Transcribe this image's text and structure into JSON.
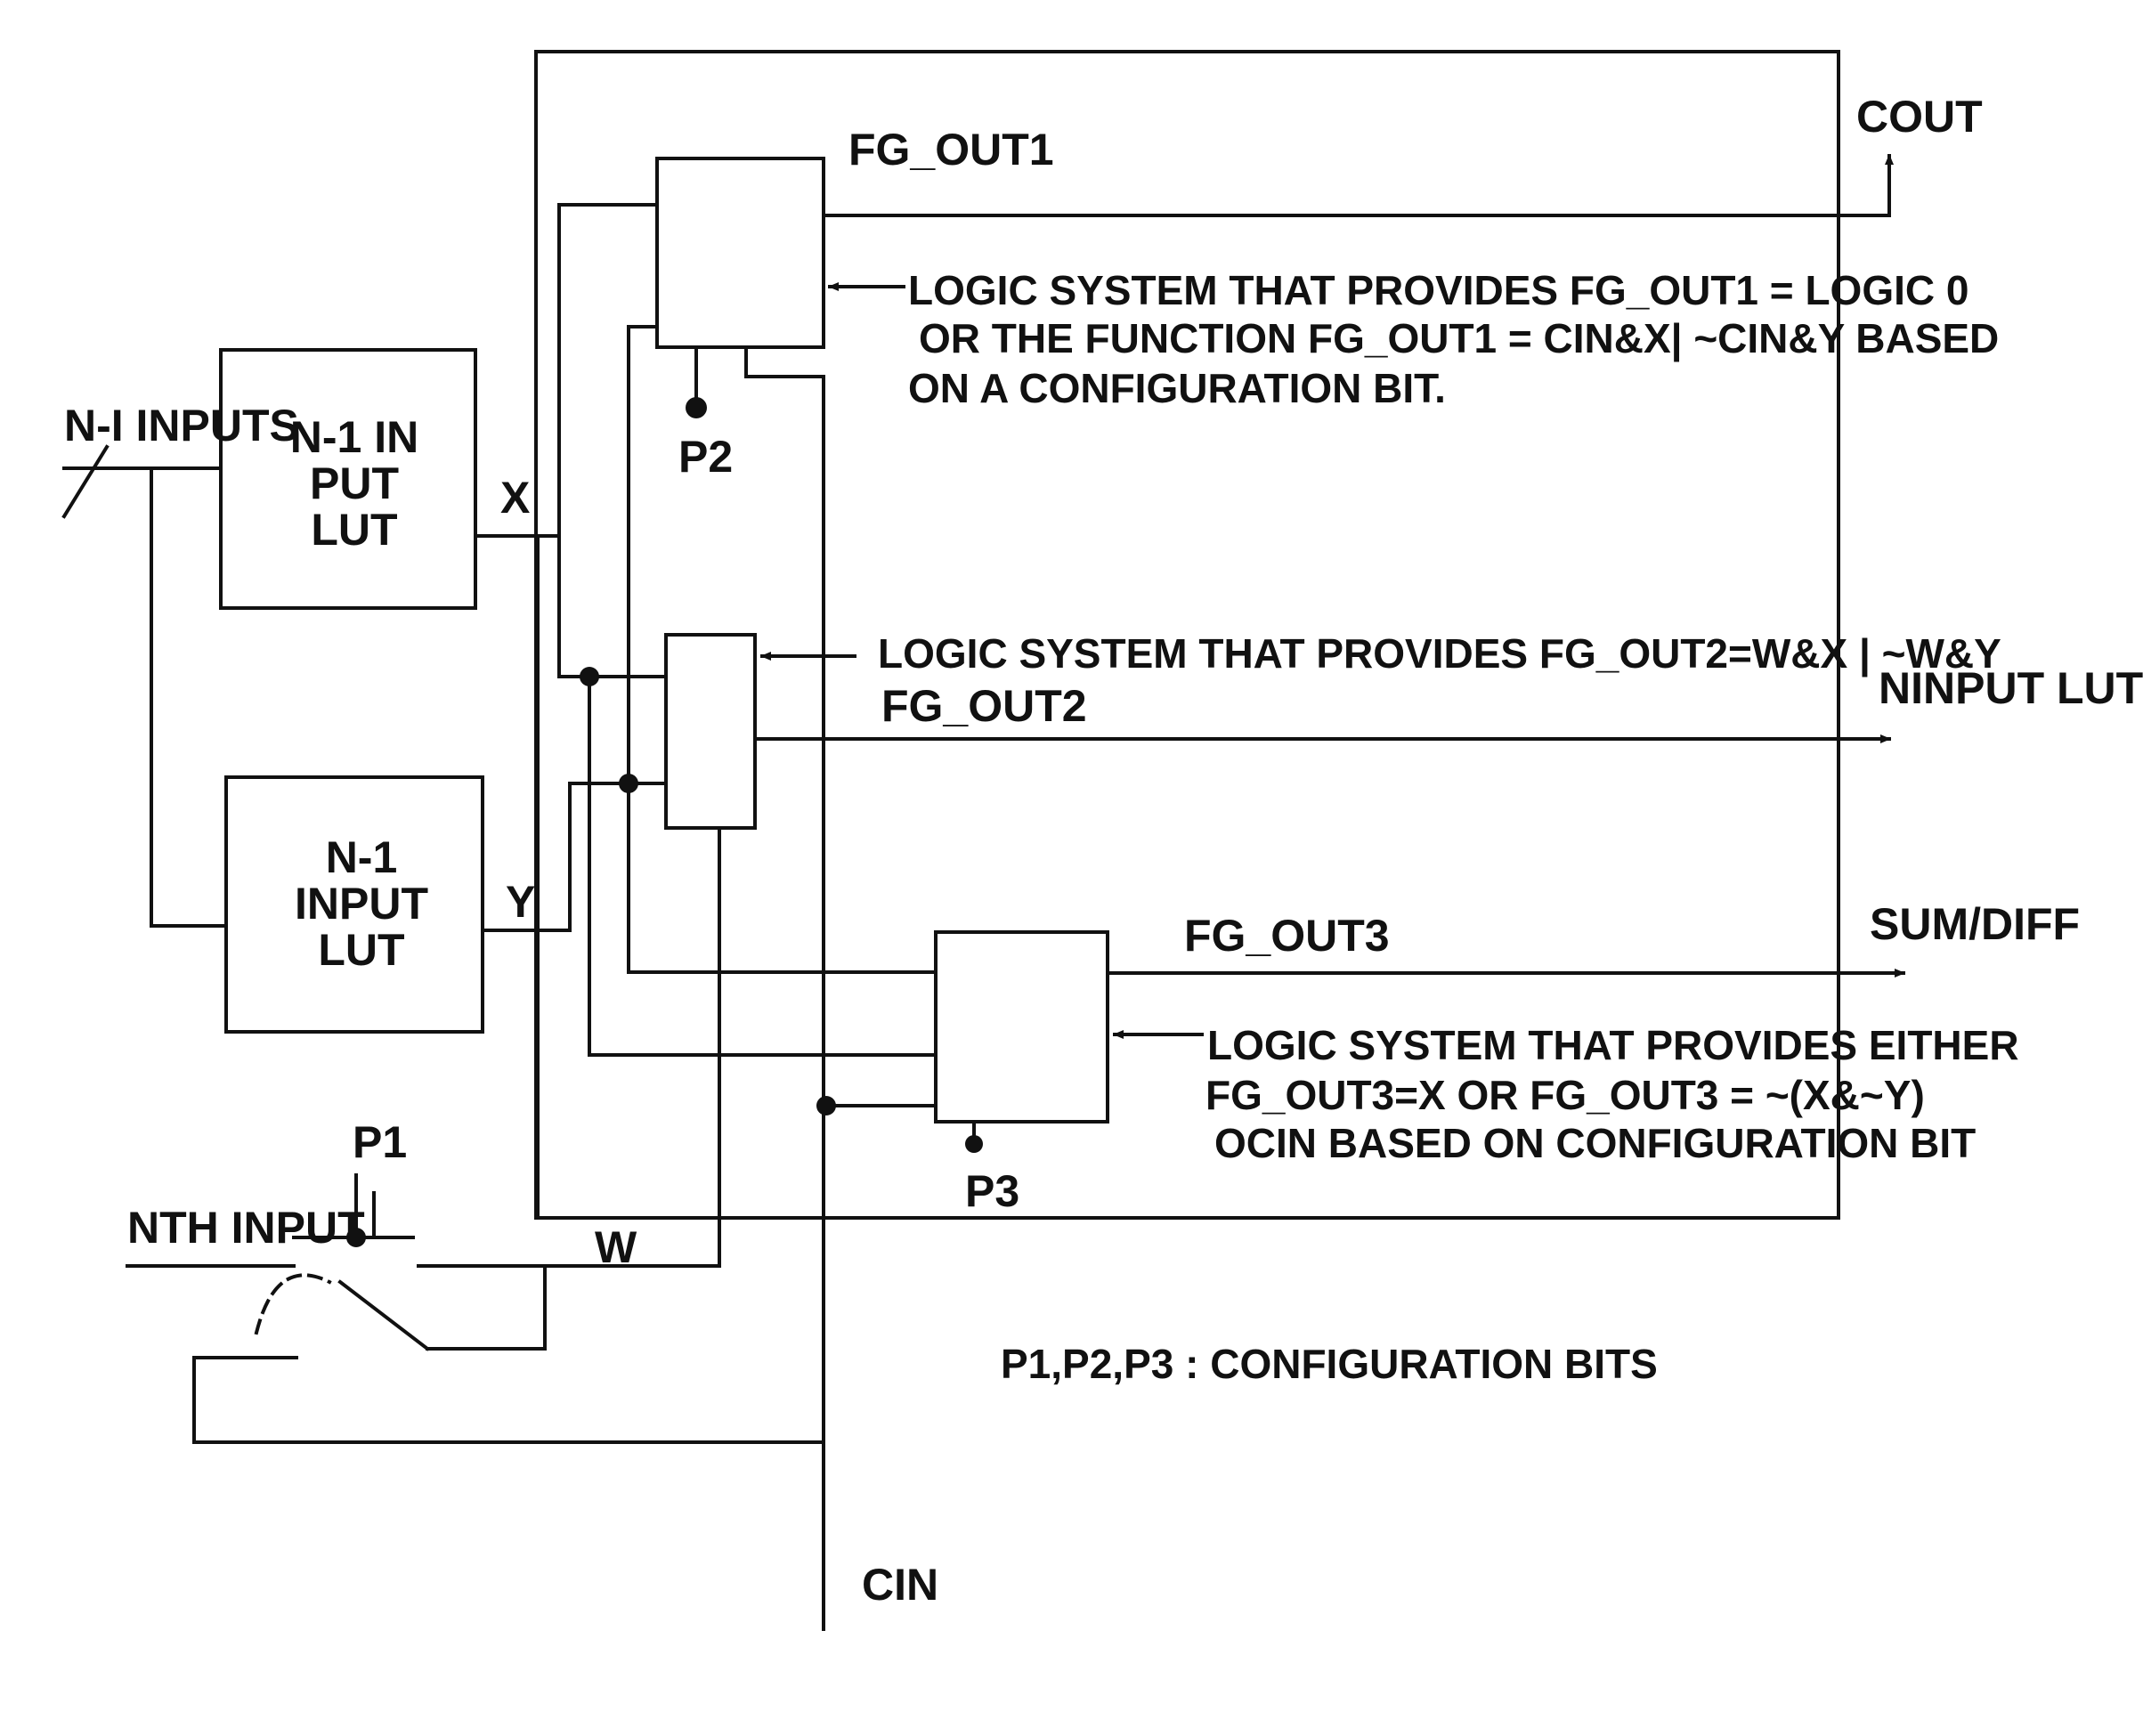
{
  "labels": {
    "n_inputs": "N-I INPUTS",
    "lut1_line1": "N-1 IN",
    "lut1_line2": "PUT",
    "lut1_line3": "LUT",
    "lut2_line1": "N-1",
    "lut2_line2": "INPUT",
    "lut2_line3": "LUT",
    "x": "X",
    "y": "Y",
    "w": "W",
    "p1": "P1",
    "p2": "P2",
    "p3": "P3",
    "nth_input": "NTH INPUT",
    "cin": "CIN",
    "cout": "COUT",
    "ninput_lutout": "NINPUT LUTOUT",
    "sum_diff": "SUM/DIFF",
    "fg_out1": "FG_OUT1",
    "fg_out2": "FG_OUT2",
    "fg_out3": "FG_OUT3",
    "note1_line1": "LOGIC SYSTEM THAT PROVIDES FG_OUT1 = LOGIC 0",
    "note1_line2": "OR THE FUNCTION FG_OUT1 = CIN&X| ~CIN&Y BASED",
    "note1_line3": "ON A CONFIGURATION BIT.",
    "note2_line1": "LOGIC SYSTEM THAT PROVIDES FG_OUT2=W&X | ~W&Y",
    "note3_line1": "LOGIC SYSTEM THAT PROVIDES EITHER",
    "note3_line2": "FG_OUT3=X OR FG_OUT3 = ~(X&~Y)",
    "note3_line3": "OCIN BASED ON CONFIGURATION BIT",
    "config_bits": "P1,P2,P3 : CONFIGURATION BITS"
  }
}
